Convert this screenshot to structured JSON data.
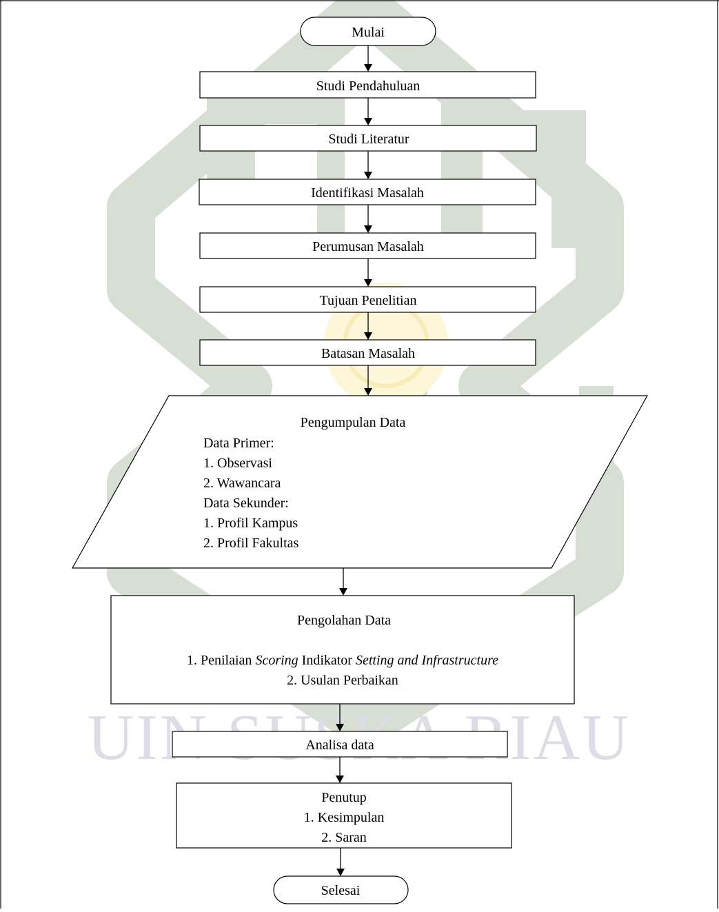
{
  "watermark": {
    "text": "UIN SUSKA RIAU",
    "shape_color": "#d7ded3",
    "text_color": "#dcdde6",
    "emblem_color": "#fdf6d8"
  },
  "flowchart": {
    "start": "Mulai",
    "steps": [
      "Studi Pendahuluan",
      "Studi Literatur",
      "Identifikasi Masalah",
      "Perumusan Masalah",
      "Tujuan Penelitian",
      "Batasan Masalah"
    ],
    "data_collection": {
      "title": "Pengumpulan Data",
      "lines": [
        "Data Primer:",
        "1. Observasi",
        "2. Wawancara",
        "Data Sekunder:",
        "1. Profil Kampus",
        "2. Profil Fakultas"
      ]
    },
    "processing": {
      "title": "Pengolahan Data",
      "item1": {
        "prefix": "1. Penilaian ",
        "scoring": "Scoring",
        "mid": " Indikator ",
        "setting": "Setting and Infrastructure"
      },
      "item2": "2. Usulan Perbaikan"
    },
    "analysis": "Analisa data",
    "closing": {
      "title": "Penutup",
      "items": [
        "1. Kesimpulan",
        "2. Saran"
      ]
    },
    "end": "Selesai"
  }
}
